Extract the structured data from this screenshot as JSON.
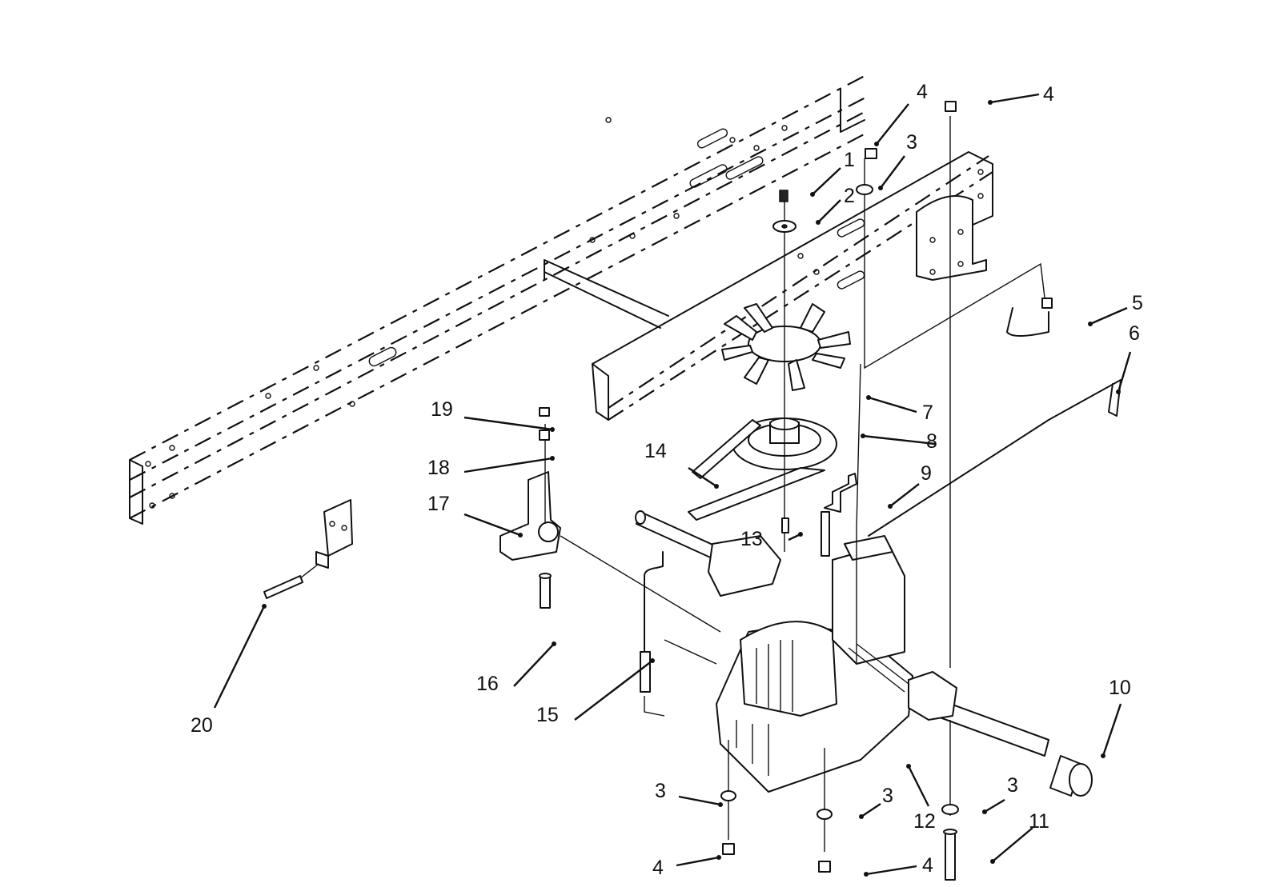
{
  "callouts": [
    {
      "id": "c1",
      "label": "1"
    },
    {
      "id": "c2",
      "label": "2"
    },
    {
      "id": "c3a",
      "label": "3"
    },
    {
      "id": "c4a",
      "label": "4"
    },
    {
      "id": "c4b",
      "label": "4"
    },
    {
      "id": "c5",
      "label": "5"
    },
    {
      "id": "c6",
      "label": "6"
    },
    {
      "id": "c7",
      "label": "7"
    },
    {
      "id": "c8",
      "label": "8"
    },
    {
      "id": "c9",
      "label": "9"
    },
    {
      "id": "c10",
      "label": "10"
    },
    {
      "id": "c11",
      "label": "11"
    },
    {
      "id": "c12",
      "label": "12"
    },
    {
      "id": "c13",
      "label": "13"
    },
    {
      "id": "c14",
      "label": "14"
    },
    {
      "id": "c15",
      "label": "15"
    },
    {
      "id": "c16",
      "label": "16"
    },
    {
      "id": "c17",
      "label": "17"
    },
    {
      "id": "c18",
      "label": "18"
    },
    {
      "id": "c19",
      "label": "19"
    },
    {
      "id": "c20",
      "label": "20"
    },
    {
      "id": "c3b",
      "label": "3"
    },
    {
      "id": "c3c",
      "label": "3"
    },
    {
      "id": "c3d",
      "label": "3"
    },
    {
      "id": "c4c",
      "label": "4"
    },
    {
      "id": "c4d",
      "label": "4"
    }
  ]
}
